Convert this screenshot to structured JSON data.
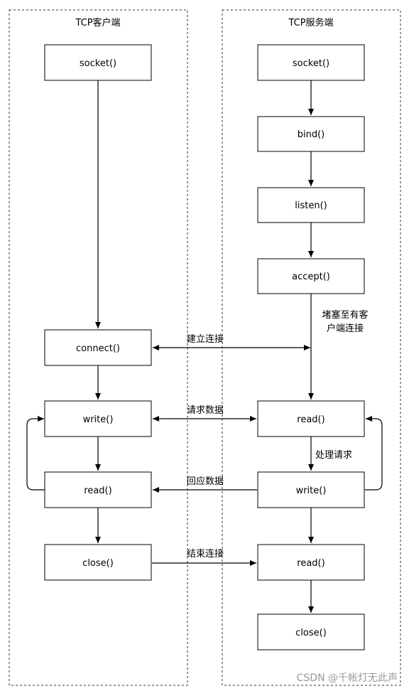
{
  "lanes": [
    {
      "id": "client",
      "label": "TCP客户端"
    },
    {
      "id": "server",
      "label": "TCP服务端"
    }
  ],
  "nodes": [
    {
      "id": "c_socket",
      "label": "socket()"
    },
    {
      "id": "c_connect",
      "label": "connect()"
    },
    {
      "id": "c_write",
      "label": "write()"
    },
    {
      "id": "c_read",
      "label": "read()"
    },
    {
      "id": "c_close",
      "label": "close()"
    },
    {
      "id": "s_socket",
      "label": "socket()"
    },
    {
      "id": "s_bind",
      "label": "bind()"
    },
    {
      "id": "s_listen",
      "label": "listen()"
    },
    {
      "id": "s_accept",
      "label": "accept()"
    },
    {
      "id": "s_read",
      "label": "read()"
    },
    {
      "id": "s_write",
      "label": "write()"
    },
    {
      "id": "s_read2",
      "label": "read()"
    },
    {
      "id": "s_close",
      "label": "close()"
    }
  ],
  "edge_labels": {
    "establish": "建立连接",
    "request": "请求数据",
    "reply": "回应数据",
    "finish": "结束连接",
    "process": "处理请求",
    "block_line1": "堵塞至有客",
    "block_line2": "户端连接"
  },
  "watermark": "CSDN @千帐灯无此声"
}
